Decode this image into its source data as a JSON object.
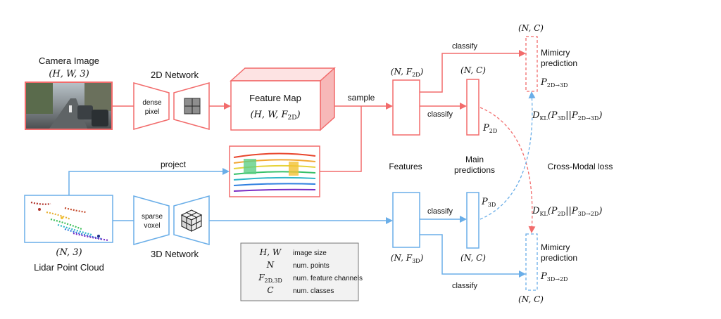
{
  "colors": {
    "camera_path": "#f26b6b",
    "lidar_path": "#6aaee8",
    "legend_bg": "#f2f2f2",
    "legend_border": "#777777",
    "text": "#111111"
  },
  "camera": {
    "title": "Camera Image",
    "shape": "(H, W, 3)"
  },
  "network2d": {
    "title": "2D Network",
    "encoder_line1": "dense",
    "encoder_line2": "pixel"
  },
  "feature_map": {
    "title": "Feature Map",
    "shape_main": "(H, W, F",
    "shape_sub": "2D",
    "shape_end": ")"
  },
  "labels": {
    "sample": "sample",
    "project": "project",
    "classify": "classify",
    "features": "Features",
    "main_predictions_line1": "Main",
    "main_predictions_line2": "predictions",
    "cross_modal_loss": "Cross-Modal loss"
  },
  "features2d": {
    "shape_main": "(N, F",
    "shape_sub": "2D",
    "shape_end": ")"
  },
  "features3d": {
    "shape_main": "(N, F",
    "shape_sub": "3D",
    "shape_end": ")"
  },
  "main_pred2d": {
    "shape": "(N, C)",
    "symbol": "P",
    "sub": "2D"
  },
  "main_pred3d": {
    "shape": "(N, C)",
    "symbol": "P",
    "sub": "3D"
  },
  "mimicry_top": {
    "shape": "(N, C)",
    "line1": "Mimicry",
    "line2": "prediction",
    "symbol": "P",
    "sub": "2D→3D"
  },
  "mimicry_bottom": {
    "shape": "(N, C)",
    "line1": "Mimicry",
    "line2": "prediction",
    "symbol": "P",
    "sub": "3D→2D"
  },
  "kl_top": {
    "d": "D",
    "d_sub": "KL",
    "open": "(P",
    "a_sub": "3D",
    "mid": "||P",
    "b_sub": "2D→3D",
    "close": ")"
  },
  "kl_bottom": {
    "d": "D",
    "d_sub": "KL",
    "open": "(P",
    "a_sub": "2D",
    "mid": "||P",
    "b_sub": "3D→2D",
    "close": ")"
  },
  "lidar": {
    "title": "Lidar Point Cloud",
    "shape": "(N, 3)"
  },
  "network3d": {
    "title": "3D Network",
    "encoder_line1": "sparse",
    "encoder_line2": "voxel"
  },
  "legend": {
    "rows": [
      {
        "symbol": "H, W",
        "symbol_sub": "",
        "desc": "image size"
      },
      {
        "symbol": "N",
        "symbol_sub": "",
        "desc": "num. points"
      },
      {
        "symbol": "F",
        "symbol_sub": "2D,3D",
        "desc": "num. feature channels"
      },
      {
        "symbol": "C",
        "symbol_sub": "",
        "desc": "num. classes"
      }
    ]
  }
}
